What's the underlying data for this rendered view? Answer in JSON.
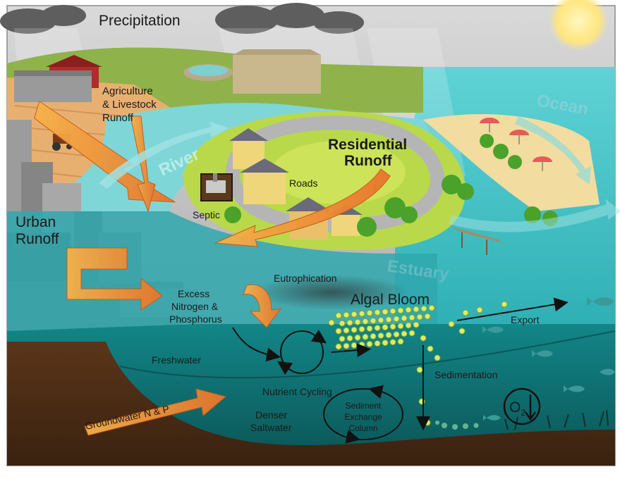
{
  "labels": {
    "precipitation": "Precipitation",
    "ocean": "Ocean",
    "agriculture_1": "Agriculture",
    "agriculture_2": "& Livestock",
    "agriculture_3": "Runoff",
    "river": "River",
    "residential_1": "Residential",
    "residential_2": "Runoff",
    "roads": "Roads",
    "septic": "Septic",
    "urban_1": "Urban",
    "urban_2": "Runoff",
    "estuary": "Estuary",
    "excess_1": "Excess",
    "excess_2": "Nitrogen &",
    "excess_3": "Phosphorus",
    "eutrophication": "Eutrophication",
    "algal_bloom": "Algal Bloom",
    "export": "Export",
    "freshwater": "Freshwater",
    "nutrient_cycling": "Nutrient Cycling",
    "sedimentation": "Sedimentation",
    "groundwater": "Groundwater N & P",
    "denser_1": "Denser",
    "denser_2": "Saltwater",
    "sediment_1": "Sediment",
    "sediment_2": "Exchange",
    "sediment_3": "Column",
    "oxygen_symbol": "O",
    "oxygen_sub": "2"
  },
  "colors": {
    "sky": "#bfbfbf",
    "ocean": "#3fc3c8",
    "river": "#7fd6d6",
    "land_green": "#b9d94a",
    "sand": "#f3dca0",
    "deep_water": "#0f6f70",
    "soil": "#4a2c16",
    "arrow_orange": "#f08a2c",
    "bloom_dot": "#d8ee6a"
  }
}
